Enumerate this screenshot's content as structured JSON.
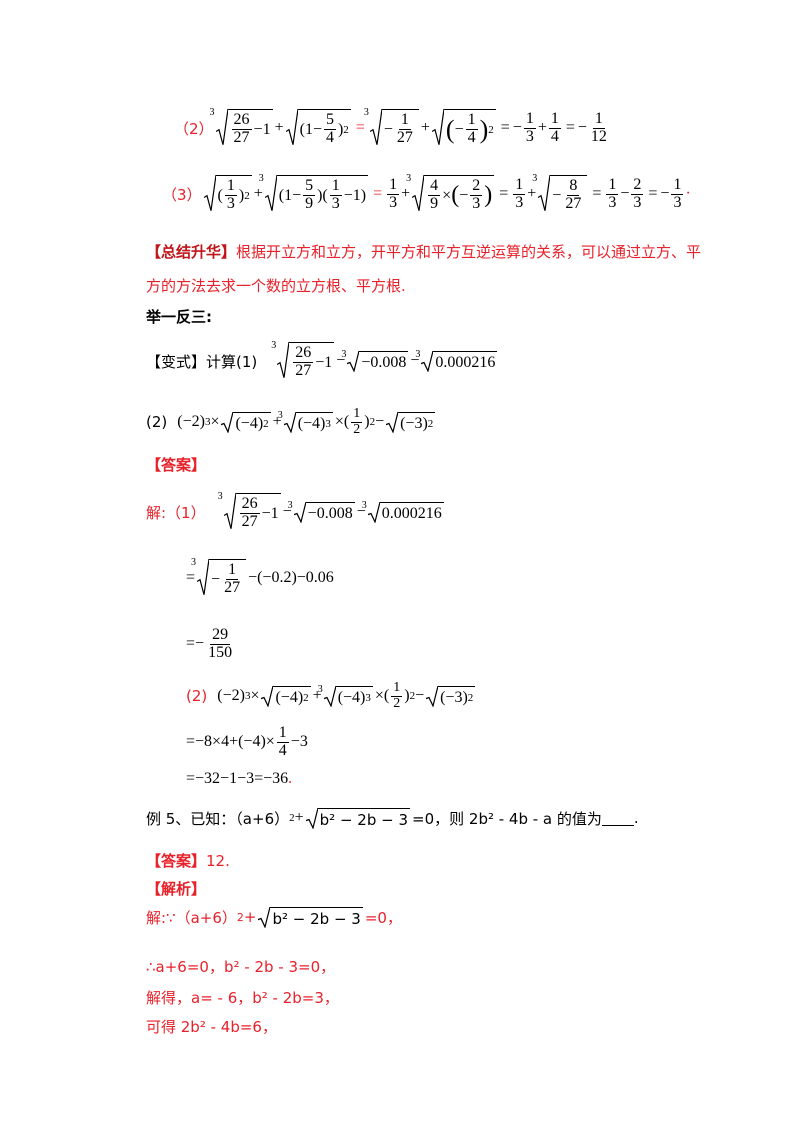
{
  "lines": {
    "l2_label": "（2）",
    "l3_label": "（3）",
    "summary_tag": "【总结升华】",
    "summary_text_1": "根据开立方和立方，开平方和平方互逆运算的关系，可以通过立方、平",
    "summary_text_2": "方的方法去求一个数的立方根、平方根.",
    "jyfs": "举一反三:",
    "bianshi_tag": "【变式】",
    "bianshi_text": "计算(1)",
    "b2_label": "(2)",
    "answer_tag": "【答案】",
    "jie1": "解:（1）",
    "sol2_label": "(2)",
    "ex5_text": "例 5、已知：（a+6）",
    "ex5_tail": "=0，则 2b² - 4b - a 的值为",
    "ex5_end": ".",
    "answer2_tag": "【答案】",
    "answer2_val": "12.",
    "jiexi_tag": "【解析】",
    "jx1_pre": "解:∵（a+6）",
    "jx1_tail": "=0，",
    "jx2": "∴a+6=0，b² - 2b - 3=0，",
    "jx3": "解得，a= - 6，b² - 2b=3，",
    "jx4": "可得 2b² - 4b=6，"
  },
  "math": {
    "r26": "26",
    "r27": "27",
    "m1": "−1",
    "plus": "+",
    "one_minus": "(1−",
    "five": "5",
    "four": "4",
    "close_sq": ")",
    "two": "2",
    "eq": "=",
    "neg": "−",
    "one": "1",
    "three": "3",
    "twelve": "12",
    "nine": "9",
    "eight": "8",
    "open": "(",
    "close": ")",
    "times": "×",
    "dot": "·",
    "m008": "−0.008",
    "n000216": "0.000216",
    "m2": "(−2)",
    "m4": "(−4)",
    "m3": "(−3)",
    "half_open": "(",
    "m02": "(−0.2)",
    "m006": "−0.06",
    "t29": "29",
    "t150": "150",
    "s2a": "=−8×4+(−4)×",
    "s2b": "−3",
    "s2c": "=−32−1−3=−36",
    "period": ".",
    "expr_b": "b² − 2b − 3",
    "sq": "2",
    "cube": "3"
  }
}
